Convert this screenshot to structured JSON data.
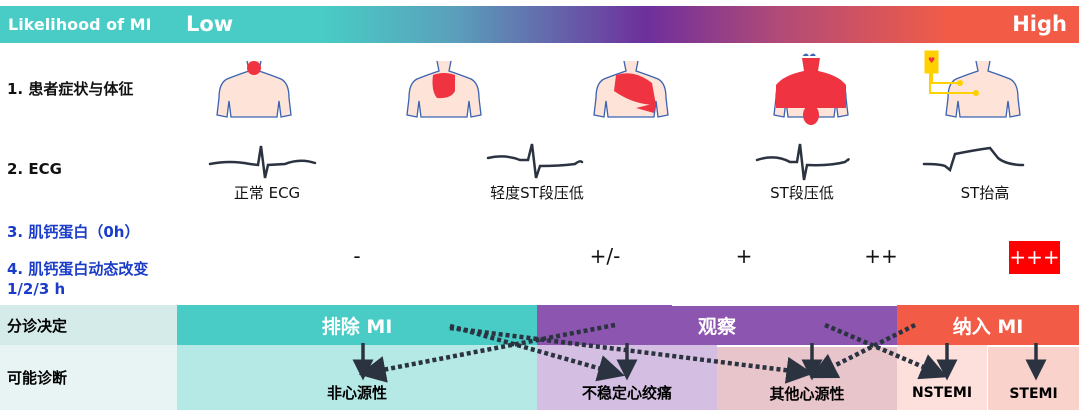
{
  "header": {
    "title": "Likelihood of MI",
    "low": "Low",
    "high": "High"
  },
  "rows": {
    "symptoms": "1. 患者症状与体征",
    "ecg": "2. ECG",
    "troponin0": "3. 肌钙蛋白（0h）",
    "troponin_change": "4. 肌钙蛋白动态改变  1/2/3 h"
  },
  "ecg_captions": [
    "正常 ECG",
    "轻度ST段压低",
    "ST段压低",
    "ST抬高"
  ],
  "troponin_levels": [
    "-",
    "+/-",
    "+",
    "++",
    "+++"
  ],
  "decision": {
    "label": "分诊决定",
    "rule_out": "排除 MI",
    "observe": "观察",
    "rule_in": "纳入 MI"
  },
  "diagnosis": {
    "label": "可能诊断",
    "items": [
      "非心源性",
      "不稳定心绞痛",
      "其他心源性",
      "NSTEMI",
      "STEMI"
    ]
  },
  "colors": {
    "teal": "#48ccc5",
    "purple": "#8c55b0",
    "red": "#f25c47",
    "pain": "#ef3340"
  }
}
